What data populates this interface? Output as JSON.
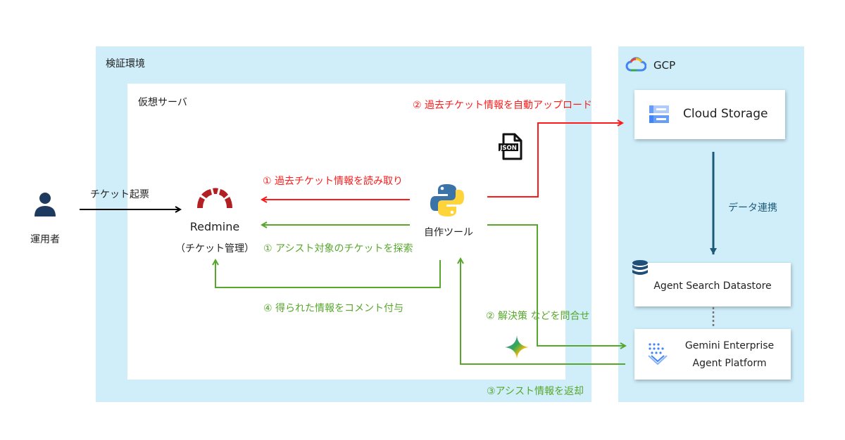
{
  "regions": {
    "env": "検証環境",
    "vm": "仮想サーバ",
    "gcp": "GCP"
  },
  "nodes": {
    "operator": "運用者",
    "redmine_name": "Redmine",
    "redmine_sub": "（チケット管理）",
    "tool": "自作ツール",
    "json_label": "JSON",
    "cloud_storage": "Cloud Storage",
    "datastore": "Agent Search Datastore",
    "gemini_line1": "Gemini Enterprise",
    "gemini_line2": "Agent Platform"
  },
  "edges": {
    "ticket_create": "チケット起票",
    "read_past": "① 過去チケット情報を読み取り",
    "search_target": "① アシスト対象のチケットを探索",
    "comment_add": "④ 得られた情報をコメント付与",
    "auto_upload": "② 過去チケット情報を自動アップロード",
    "data_link": "データ連携",
    "inquire": "② 解決策 などを問合せ",
    "return_info": "③アシスト情報を返却"
  },
  "colors": {
    "panel": "#cfeefa",
    "red_flow": "#ff1a1a",
    "green_flow": "#57a72c",
    "teal_flow": "#1d5a78",
    "redmine_logo": "#b32024",
    "python_blue": "#3a73a8",
    "python_yellow": "#ffd43b"
  },
  "icons": {
    "operator": "person-icon",
    "redmine": "redmine-logo-icon",
    "tool": "python-logo-icon",
    "json": "json-file-icon",
    "gcp": "gcp-cloud-icon",
    "storage": "storage-icon",
    "datastore": "database-icon",
    "gemini": "gemini-sparkle-icon",
    "agent_platform": "agent-platform-icon"
  }
}
